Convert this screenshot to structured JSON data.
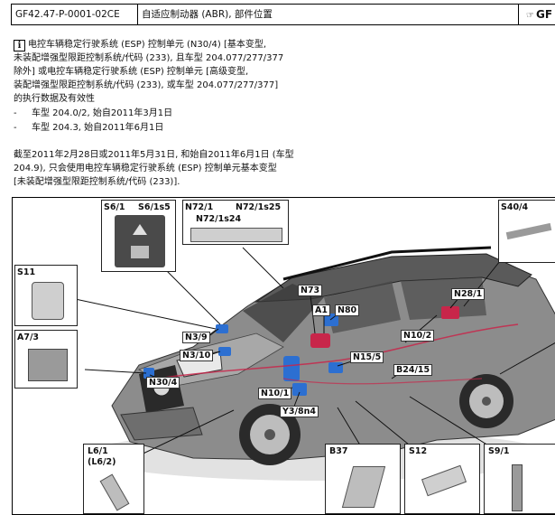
{
  "header": {
    "doc_id": "GF42.47-P-0001-02CE",
    "title": "自适应制动器 (ABR), 部件位置",
    "badge": "GF"
  },
  "intro": {
    "info_icon": "i",
    "lines": [
      "电控车辆稳定行驶系统 (ESP) 控制单元 (N30/4) [基本变型,",
      "未装配增强型限距控制系统/代码 (233), 且车型 204.077/277/377",
      "除外] 或电控车辆稳定行驶系统 (ESP) 控制单元 [高级变型,",
      "装配增强型限距控制系统/代码 (233), 或车型 204.077/277/377]",
      "的执行数据及有效性"
    ]
  },
  "bullets": [
    {
      "dash": "-",
      "text": "车型 204.0/2, 始自2011年3月1日"
    },
    {
      "dash": "-",
      "text": "车型 204.3, 始自2011年6月1日"
    }
  ],
  "note": {
    "lines": [
      "截至2011年2月28日或2011年5月31日, 和始自2011年6月1日 (车型",
      "204.9), 只会使用电控车辆稳定行驶系统 (ESP) 控制单元基本变型",
      "[未装配增强型限距控制系统/代码 (233)]."
    ]
  },
  "diagram": {
    "panels": {
      "s6": {
        "a": "S6/1",
        "b": "S6/1s5"
      },
      "n72": {
        "a": "N72/1",
        "b": "N72/1s25",
        "c": "N72/1s24"
      },
      "s40": {
        "a": "S40/4"
      },
      "s11": {
        "a": "S11"
      },
      "a7": {
        "a": "A7/3"
      },
      "l6": {
        "a": "L6/1",
        "b": "(L6/2)"
      },
      "b37": {
        "a": "B37"
      },
      "s12": {
        "a": "S12"
      },
      "s9": {
        "a": "S9/1"
      }
    },
    "tags": {
      "n73": "N73",
      "a1": "A1",
      "n80": "N80",
      "n28": "N28/1",
      "n3_9": "N3/9",
      "n3_10": "N3/10",
      "n30_4": "N30/4",
      "n15_5": "N15/5",
      "n10_2": "N10/2",
      "b24": "B24/15",
      "n10_1": "N10/1",
      "y3": "Y3/8n4"
    },
    "colors": {
      "highlight_blue": "#2c6fd1",
      "highlight_red": "#c8264a"
    }
  }
}
